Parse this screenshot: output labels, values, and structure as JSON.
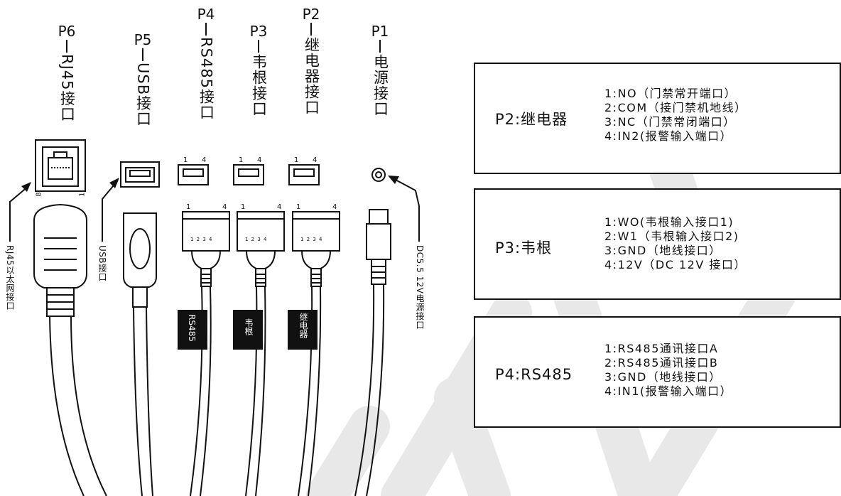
{
  "ports": [
    {
      "id": "P6",
      "name": "RJ45接口"
    },
    {
      "id": "P5",
      "name": "USB接口"
    },
    {
      "id": "P4",
      "name": "RS485接口"
    },
    {
      "id": "P3",
      "name": "韦根接口"
    },
    {
      "id": "P2",
      "name": "继电器接口"
    },
    {
      "id": "P1",
      "name": "电源接口"
    }
  ],
  "side_labels": {
    "rj45": "RJ45以太网接口",
    "usb": "USB接口",
    "power": "DC5.5 12V电源接口"
  },
  "sleeve_labels": {
    "rs485": "RS485",
    "wiegand": "韦根",
    "relay": "继电器"
  },
  "pin_numbers": {
    "first": "1",
    "last": "4",
    "rj45_first": "8",
    "rj45_last": "1",
    "plug_pins": "1 2 3 4"
  },
  "boxes": {
    "relay": {
      "title": "P2:继电器",
      "items": [
        "1:NO（门禁常开端口）",
        "2:COM（接门禁机地线）",
        "3:NC（门禁常闭端口）",
        "4:IN2(报警输入端口）"
      ]
    },
    "wiegand": {
      "title": "P3:韦根",
      "items": [
        "1:WO(韦根输入接口1)",
        "2:W1（韦根输入接口2)",
        "3:GND（地线接口）",
        "4:12V（DC 12V 接口）"
      ]
    },
    "rs485": {
      "title": "P4:RS485",
      "items": [
        "1:RS485通讯接口A",
        "2:RS485通讯接口B",
        "3:GND（地线接口）",
        "4:IN1(报警输入端口）"
      ]
    }
  },
  "colors": {
    "line": "#111111",
    "watermark": "#e6e6e6",
    "sleeve": "#111111"
  }
}
